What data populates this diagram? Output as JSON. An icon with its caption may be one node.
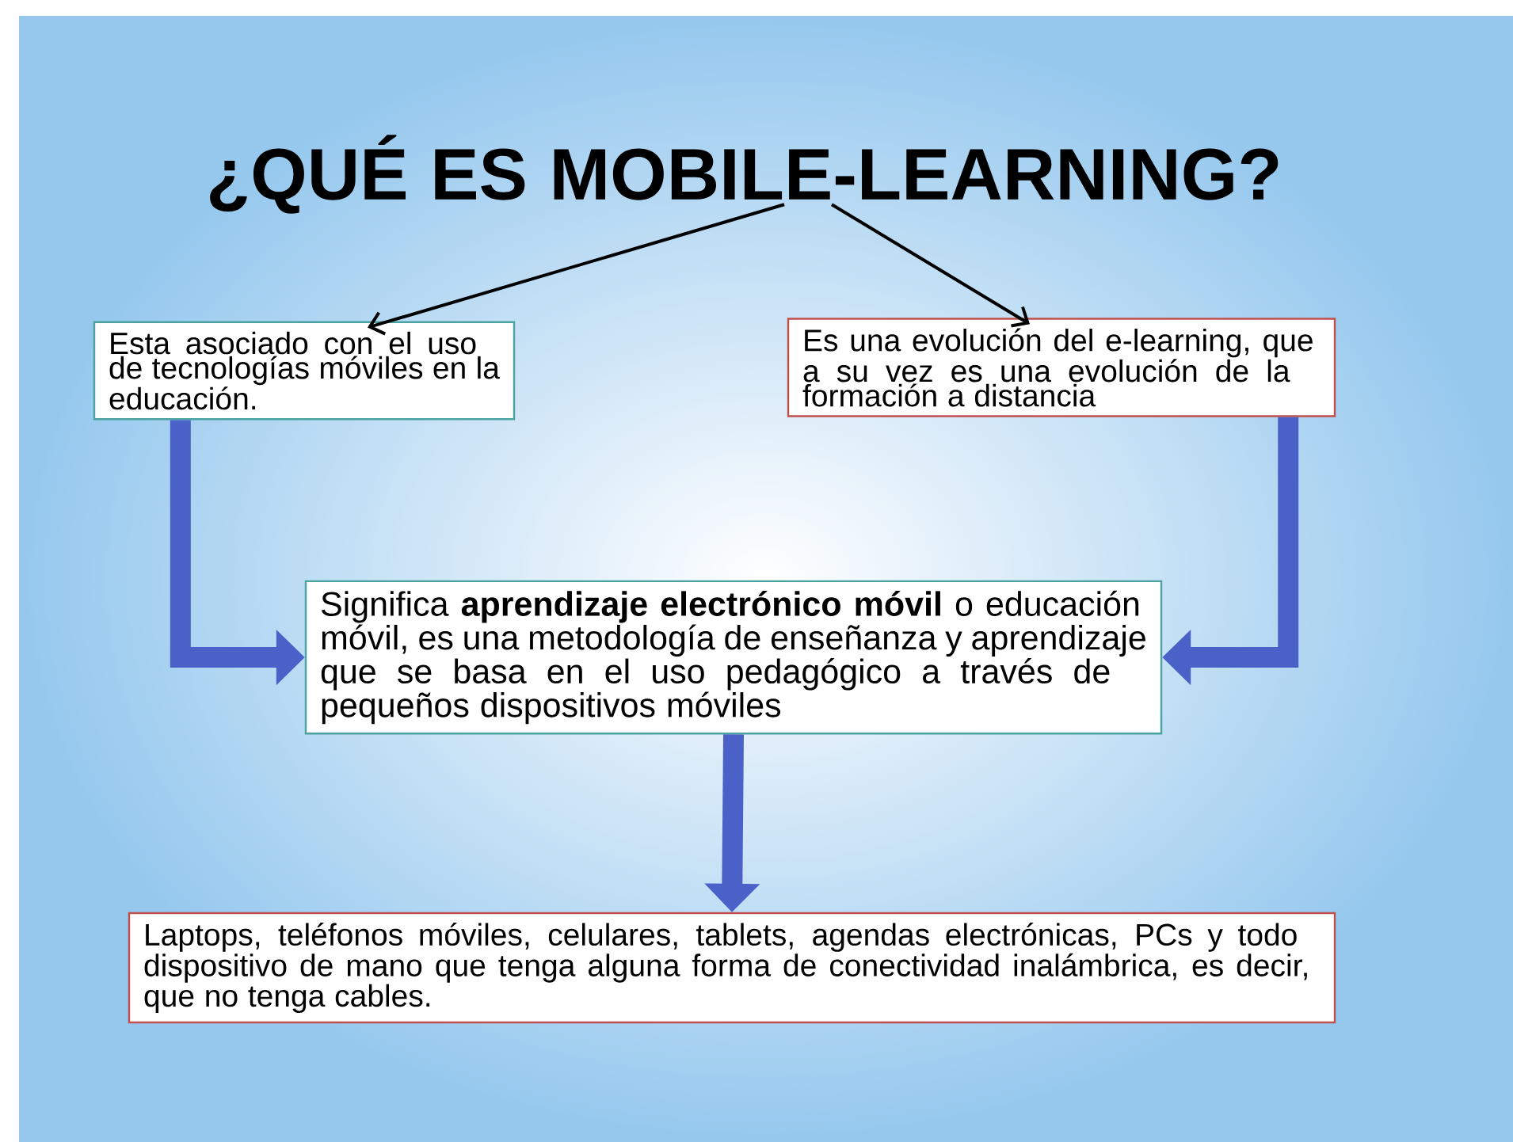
{
  "diagram": {
    "nodes": [
      {
        "text": [
          "¿QUÉ ES MOBILE-LEARNING?"
        ]
      },
      {
        "text": [
          "Esta asociado con el uso de tecnologías móviles en la educación."
        ]
      },
      {
        "text": [
          "Es una evolución del e-learning, que a su vez es una evolución de la formación a distancia"
        ]
      },
      {
        "text": [
          "Significa **aprendizaje electrónico móvil** o educación móvil, es una metodología de enseñanza y aprendizaje que se basa en el uso pedagógico a través de pequeños dispositivos móviles"
        ]
      },
      {
        "text": [
          "Laptops, teléfonos móviles, celulares, tablets, agendas electrónicas, PCs y todo dispositivo de mano que tenga alguna forma de conectividad inalámbrica, es decir, que no tenga cables."
        ]
      }
    ],
    "edges": [
      {
        "from": 0,
        "to": 1,
        "arrow": "to",
        "color": "#000000"
      },
      {
        "from": 0,
        "to": 2,
        "arrow": "to",
        "color": "#000000"
      },
      {
        "from": 1,
        "to": 3,
        "arrow": "to"
      },
      {
        "from": 2,
        "to": 3,
        "arrow": "to"
      },
      {
        "from": 3,
        "to": 4,
        "arrow": "to"
      }
    ]
  }
}
